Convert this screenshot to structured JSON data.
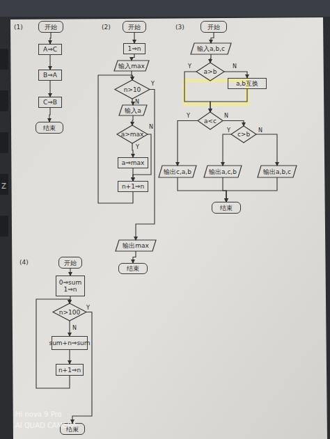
{
  "diagram": {
    "nodes": [
      {
        "text": [
          "开始"
        ]
      },
      {
        "text": [
          "A⇒C"
        ]
      },
      {
        "text": [
          "B⇒A"
        ]
      },
      {
        "text": [
          "C⇒B"
        ]
      },
      {
        "text": [
          "结束"
        ]
      },
      {
        "text": [
          "开始"
        ]
      },
      {
        "text": [
          "1⇒n"
        ]
      },
      {
        "text": [
          "输入max"
        ]
      },
      {
        "text": [
          "n>10"
        ]
      },
      {
        "text": [
          "输入a"
        ]
      },
      {
        "text": [
          "a>max"
        ]
      },
      {
        "text": [
          "a⇒max"
        ]
      },
      {
        "text": [
          "n+1⇒n"
        ]
      },
      {
        "text": [
          "输出max"
        ]
      },
      {
        "text": [
          "结束"
        ]
      },
      {
        "text": [
          "开始"
        ]
      },
      {
        "text": [
          "输入a,b,c"
        ]
      },
      {
        "text": [
          "a>b"
        ]
      },
      {
        "text": [
          "a,b互换"
        ]
      },
      {
        "text": [
          "a<c"
        ]
      },
      {
        "text": [
          "c>b"
        ]
      },
      {
        "text": [
          "输出c,a,b"
        ]
      },
      {
        "text": [
          "输出a,c,b"
        ]
      },
      {
        "text": [
          "输出a,b,c"
        ]
      },
      {
        "text": [
          "结束"
        ]
      },
      {
        "text": [
          "开始"
        ]
      },
      {
        "text": [
          "0⇒sum",
          "1⇒n"
        ]
      },
      {
        "text": [
          "n>100"
        ]
      },
      {
        "text": [
          "sum+n⇒sum"
        ]
      },
      {
        "text": [
          "n+1⇒n"
        ]
      },
      {
        "text": [
          "结束"
        ]
      }
    ],
    "edges": [
      {
        "from": 0,
        "to": 1,
        "arrow": "to"
      },
      {
        "from": 1,
        "to": 2,
        "arrow": "to"
      },
      {
        "from": 2,
        "to": 3,
        "arrow": "to"
      },
      {
        "from": 3,
        "to": 4,
        "arrow": "to"
      },
      {
        "from": 5,
        "to": 6,
        "arrow": "to"
      },
      {
        "from": 6,
        "to": 7,
        "arrow": "to"
      },
      {
        "from": 7,
        "to": 8,
        "arrow": "to"
      },
      {
        "from": 8,
        "to": 9,
        "label": "N",
        "arrow": "to"
      },
      {
        "from": 8,
        "to": 13,
        "label": "Y",
        "arrow": "to"
      },
      {
        "from": 9,
        "to": 10,
        "arrow": "to"
      },
      {
        "from": 10,
        "to": 11,
        "label": "Y",
        "arrow": "to"
      },
      {
        "from": 10,
        "to": 12,
        "label": "N",
        "arrow": "to"
      },
      {
        "from": 11,
        "to": 12,
        "arrow": "to"
      },
      {
        "from": 12,
        "to": 8,
        "arrow": "to"
      },
      {
        "from": 13,
        "to": 14,
        "arrow": "to"
      },
      {
        "from": 15,
        "to": 16,
        "arrow": "to"
      },
      {
        "from": 16,
        "to": 17,
        "arrow": "to"
      },
      {
        "from": 17,
        "to": 19,
        "label": "Y",
        "arrow": "to"
      },
      {
        "from": 17,
        "to": 18,
        "label": "N",
        "arrow": "to"
      },
      {
        "from": 18,
        "to": 19,
        "arrow": "to"
      },
      {
        "from": 19,
        "to": 21,
        "label": "Y",
        "arrow": "to"
      },
      {
        "from": 19,
        "to": 20,
        "label": "N",
        "arrow": "to"
      },
      {
        "from": 20,
        "to": 22,
        "label": "Y",
        "arrow": "to"
      },
      {
        "from": 20,
        "to": 23,
        "label": "N",
        "arrow": "to"
      },
      {
        "from": 21,
        "to": 24,
        "arrow": "to"
      },
      {
        "from": 22,
        "to": 24,
        "arrow": "to"
      },
      {
        "from": 23,
        "to": 24,
        "arrow": "to"
      },
      {
        "from": 25,
        "to": 26,
        "arrow": "to"
      },
      {
        "from": 26,
        "to": 27,
        "arrow": "to"
      },
      {
        "from": 27,
        "to": 28,
        "label": "N",
        "arrow": "to"
      },
      {
        "from": 28,
        "to": 29,
        "arrow": "to"
      },
      {
        "from": 29,
        "to": 27,
        "arrow": "to"
      },
      {
        "from": 27,
        "to": 30,
        "label": "Y",
        "arrow": "to"
      }
    ],
    "labels": [
      "(1)",
      "(2)",
      "(3)",
      "(4)",
      "Hi nova 9 Pro",
      "AI QUAD CAMERA",
      "Z"
    ]
  }
}
